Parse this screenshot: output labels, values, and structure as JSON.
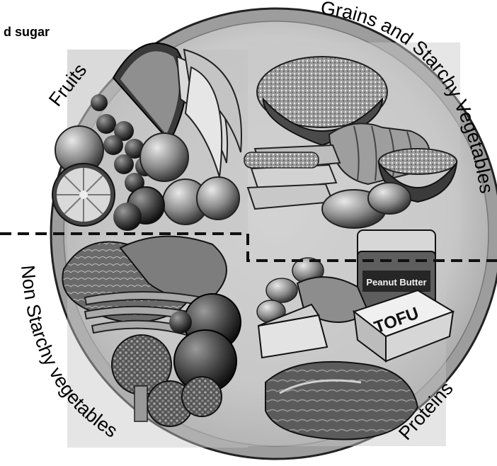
{
  "heading": "d sugar",
  "sections": {
    "fruits": "Fruits",
    "grains": "Grains and Starchy Vegetables",
    "non_starchy": "Non Starchy vegetables",
    "proteins": "Proteins"
  },
  "packages": {
    "peanut_butter": "Peanut Butter",
    "tofu": "TOFU"
  },
  "colors": {
    "plate_rim": "#b3b3b3",
    "plate_face": "#cfcfcf",
    "divider": "#111111"
  }
}
